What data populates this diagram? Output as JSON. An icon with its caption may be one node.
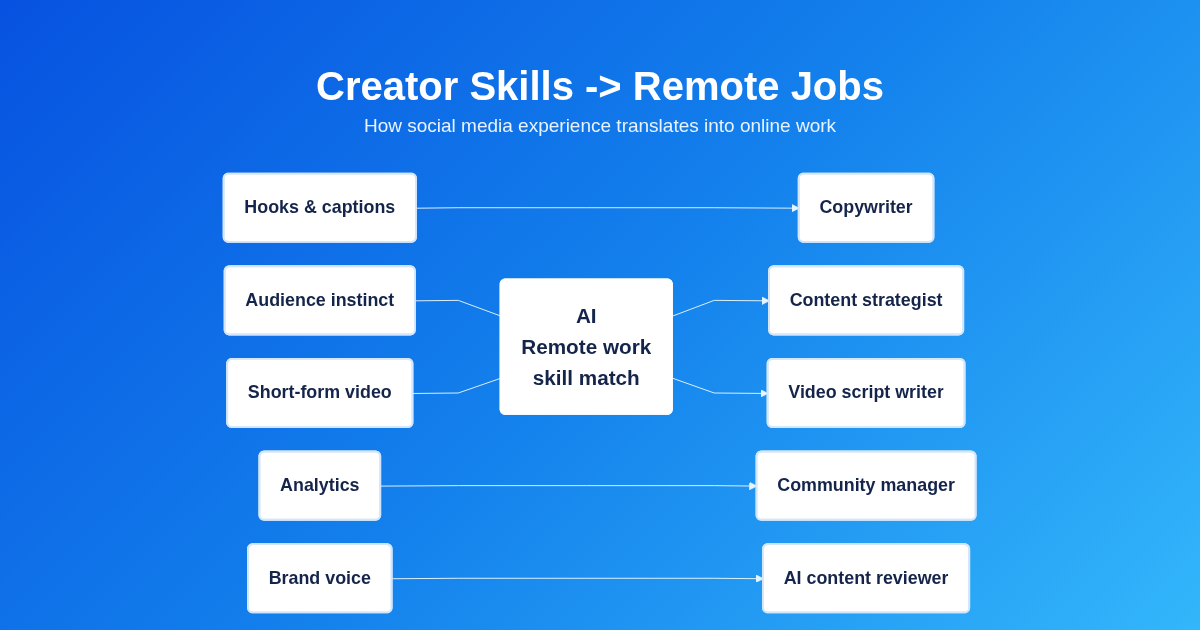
{
  "diagram": {
    "title": "Creator Skills -> Remote Jobs",
    "nodes": [
      {
        "text": [
          "Hooks & captions"
        ]
      },
      {
        "text": [
          "Audience instinct"
        ]
      },
      {
        "text": [
          "Short-form video"
        ]
      },
      {
        "text": [
          "Analytics"
        ]
      },
      {
        "text": [
          "Brand voice"
        ]
      },
      {
        "text": [
          "AI",
          "Remote work",
          "skill match"
        ]
      },
      {
        "text": [
          "Copywriter"
        ]
      },
      {
        "text": [
          "Content strategist"
        ]
      },
      {
        "text": [
          "Video script writer"
        ]
      },
      {
        "text": [
          "Community manager"
        ]
      },
      {
        "text": [
          "AI content reviewer"
        ]
      }
    ],
    "edges": [
      {
        "from": 0,
        "to": 6,
        "arrow": "to"
      },
      {
        "from": 1,
        "to": 5,
        "arrow": "none"
      },
      {
        "from": 5,
        "to": 7,
        "arrow": "to"
      },
      {
        "from": 2,
        "to": 5,
        "arrow": "none"
      },
      {
        "from": 5,
        "to": 8,
        "arrow": "to"
      },
      {
        "from": 3,
        "to": 9,
        "arrow": "to"
      },
      {
        "from": 4,
        "to": 10,
        "arrow": "to"
      }
    ],
    "labels": [
      "How social media experience translates into online work"
    ]
  }
}
